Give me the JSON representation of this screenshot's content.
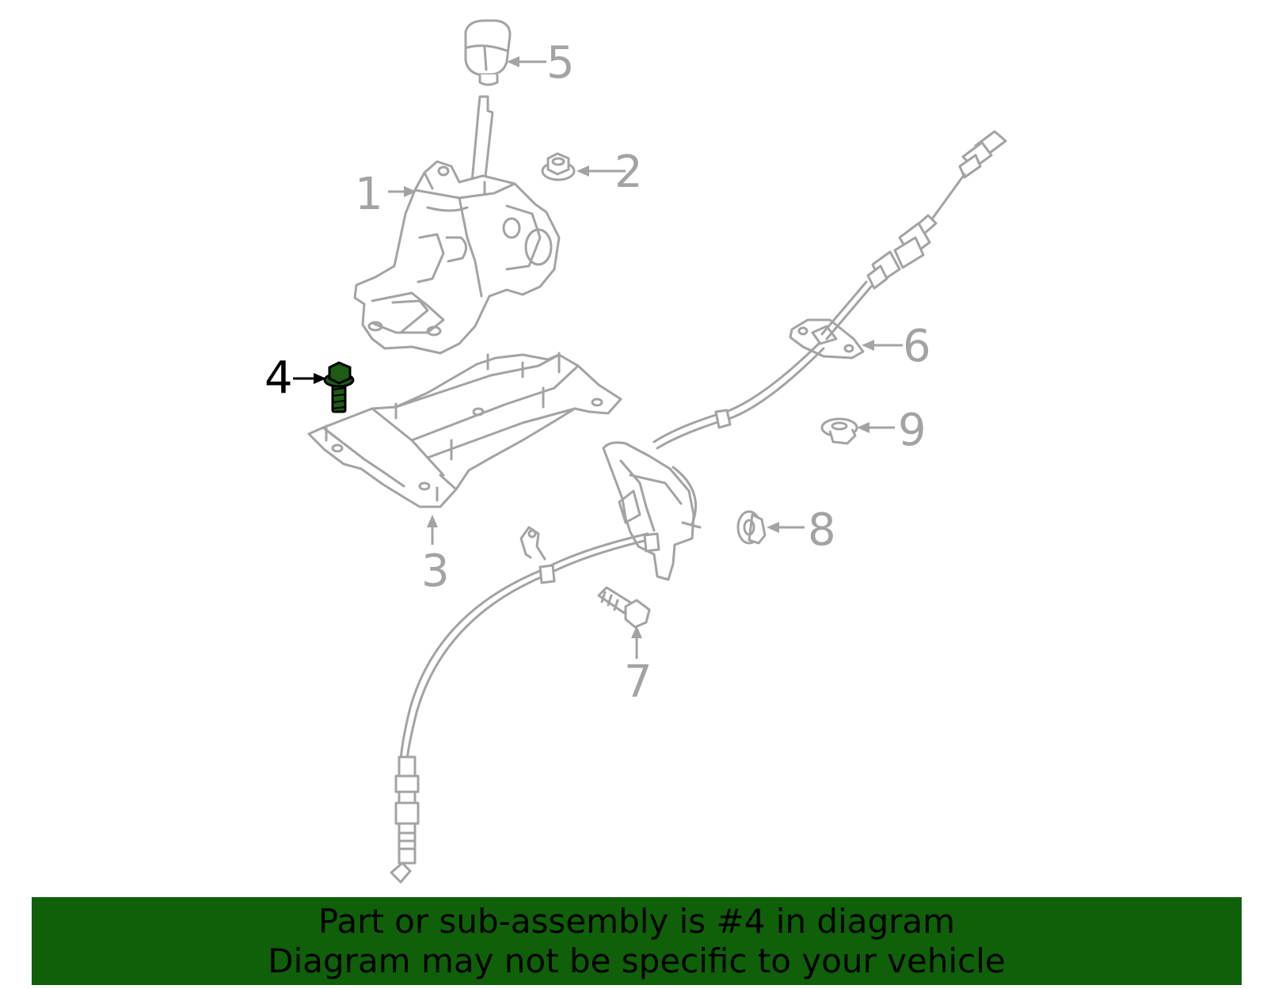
{
  "callouts": {
    "c1": "1",
    "c2": "2",
    "c3": "3",
    "c4": "4",
    "c5": "5",
    "c6": "6",
    "c7": "7",
    "c8": "8",
    "c9": "9"
  },
  "banner": {
    "line1": "Part or sub-assembly is #4 in diagram",
    "line2": "Diagram may not be specific to your vehicle"
  },
  "colors": {
    "banner_bg": "#0f6009",
    "highlight_part": "#1e5c14",
    "line_art": "#a3a3a3"
  }
}
